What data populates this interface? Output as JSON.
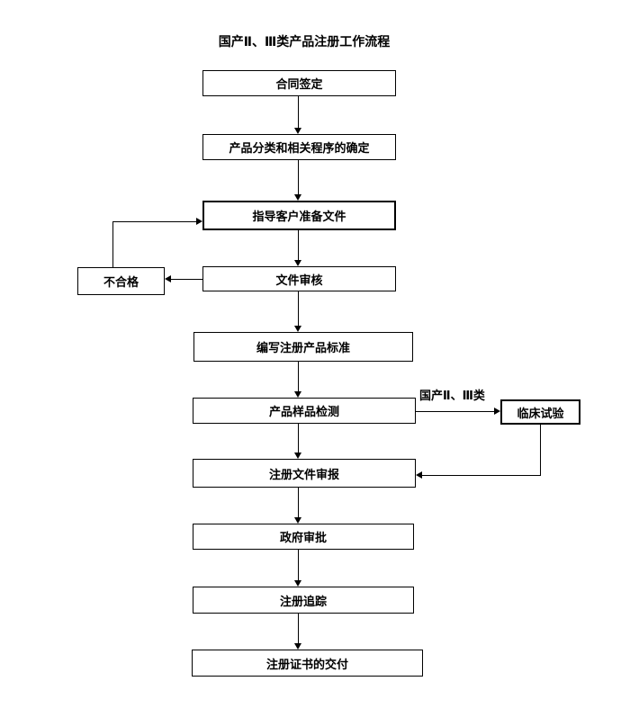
{
  "title": "国产Ⅱ、Ⅲ类产品注册工作流程",
  "nodes": {
    "contract": "合同签定",
    "classification": "产品分类和相关程序的确定",
    "guide": "指导客户准备文件",
    "review": "文件审核",
    "unqualified": "不合格",
    "standard": "编写注册产品标准",
    "sample_test": "产品样品检测",
    "clinical": "临床试验",
    "submission": "注册文件审报",
    "approval": "政府审批",
    "tracking": "注册追踪",
    "delivery": "注册证书的交付"
  },
  "branch_label": "国产Ⅱ、Ⅲ类",
  "edges": [
    {
      "from": "contract",
      "to": "classification"
    },
    {
      "from": "classification",
      "to": "guide"
    },
    {
      "from": "guide",
      "to": "review"
    },
    {
      "from": "review",
      "to": "unqualified"
    },
    {
      "from": "unqualified",
      "to": "guide"
    },
    {
      "from": "review",
      "to": "standard"
    },
    {
      "from": "standard",
      "to": "sample_test"
    },
    {
      "from": "sample_test",
      "to": "clinical",
      "label": "国产Ⅱ、Ⅲ类"
    },
    {
      "from": "sample_test",
      "to": "submission"
    },
    {
      "from": "clinical",
      "to": "submission"
    },
    {
      "from": "submission",
      "to": "approval"
    },
    {
      "from": "approval",
      "to": "tracking"
    },
    {
      "from": "tracking",
      "to": "delivery"
    }
  ],
  "colors": {
    "line": "#000000",
    "text": "#000000",
    "background": "#ffffff"
  }
}
